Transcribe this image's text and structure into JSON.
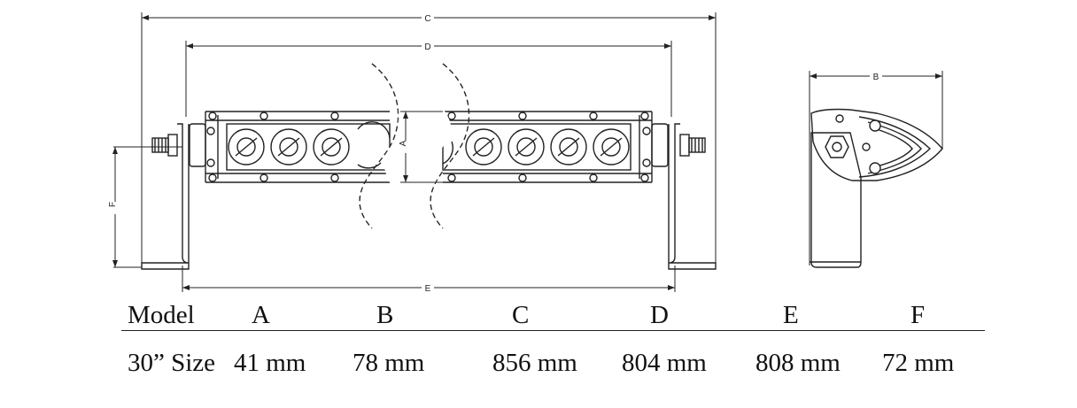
{
  "dimension_labels": {
    "c": "C",
    "d": "D",
    "a": "A",
    "f": "F",
    "e": "E",
    "b": "B"
  },
  "spec_table": {
    "headers": [
      "Model",
      "A",
      "B",
      "C",
      "D",
      "E",
      "F"
    ],
    "row": {
      "model": "30” Size",
      "a": "41 mm",
      "b": "78 mm",
      "c": "856 mm",
      "d": "804 mm",
      "e": "808 mm",
      "f": "72 mm"
    }
  }
}
